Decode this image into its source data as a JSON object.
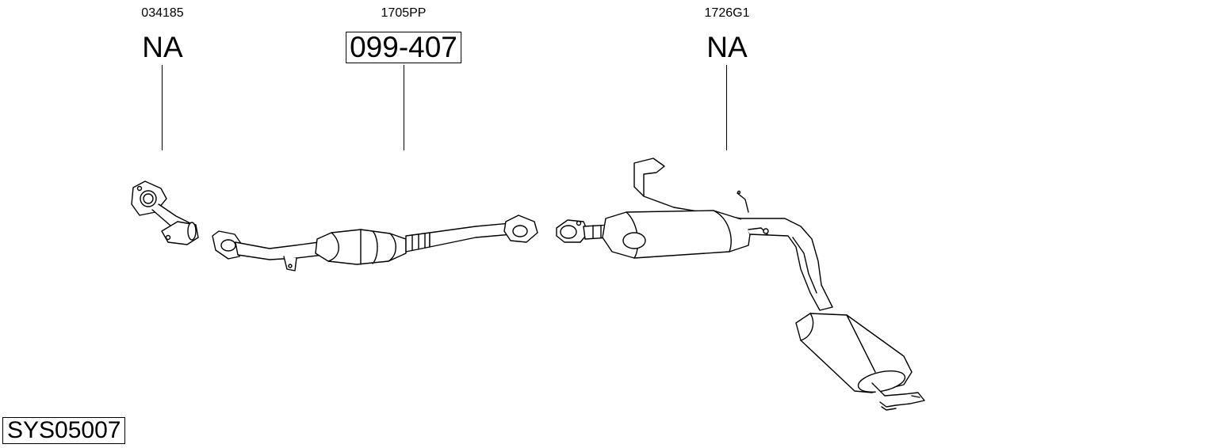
{
  "parts": [
    {
      "ref": "034185",
      "code": "NA",
      "boxed": false
    },
    {
      "ref": "1705PP",
      "code": "099-407",
      "boxed": true
    },
    {
      "ref": "1726G1",
      "code": "NA",
      "boxed": false
    }
  ],
  "system_code": "SYS05007"
}
